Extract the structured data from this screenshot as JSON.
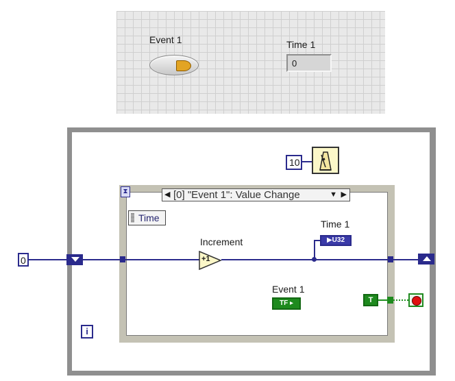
{
  "front_panel": {
    "event_button": {
      "label": "Event 1"
    },
    "time_indicator": {
      "label": "Time 1",
      "value": "0"
    }
  },
  "block_diagram": {
    "init_constant": "0",
    "wait_constant": "10",
    "event_case": {
      "selector_index": "[0]",
      "selector_text": "\"Event 1\": Value Change",
      "left_node_label": "Time"
    },
    "increment_label": "Increment",
    "increment_glyph": "+1",
    "time_indicator_label": "Time 1",
    "time_indicator_type": "U32",
    "event_indicator_label": "Event 1",
    "event_indicator_type": "TF",
    "bool_constant": "T",
    "iteration_terminal": "i",
    "colors": {
      "wire_integer": "#2a2a8c",
      "wire_boolean": "#1f8f1f",
      "while_loop_border": "#8f8f8f",
      "event_border": "#c4c2b4",
      "stop_dot": "#e01010",
      "led_on": "#e2a423"
    }
  }
}
